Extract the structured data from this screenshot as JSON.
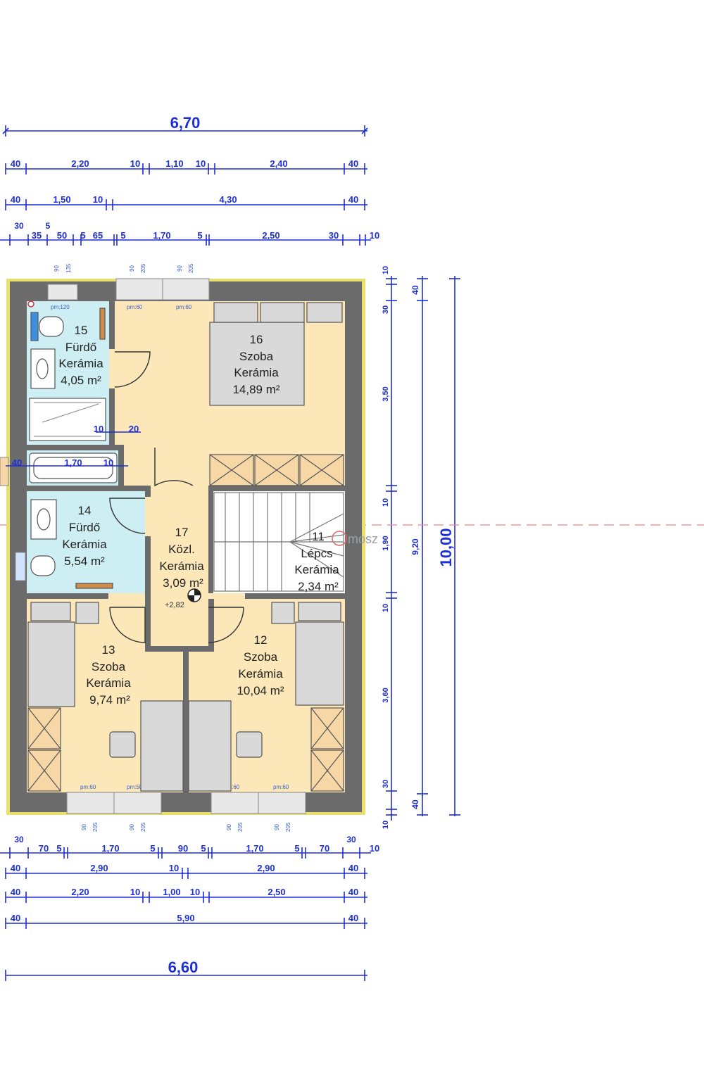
{
  "colors": {
    "dimension": "#1e2fd6",
    "wall": "#6b6b6b",
    "outline": "#e8e06a",
    "room_floor": "#fbe7b8",
    "bath_floor": "#cdeef3",
    "furniture": "#d9d9d9",
    "wardrobe": "#f6d7a5",
    "axis_line": "#f08080"
  },
  "top_dims": {
    "total": "6,70",
    "row1": [
      "40",
      "2,20",
      "10",
      "1,10",
      "10",
      "2,40",
      "40"
    ],
    "row2": [
      "40",
      "1,50",
      "10",
      "4,30",
      "40"
    ],
    "row3": [
      "30",
      "5",
      "35",
      "50",
      "5",
      "65",
      "5",
      "1,70",
      "5",
      "2,50",
      "30",
      "10"
    ]
  },
  "bottom_dims": {
    "total": "6,60",
    "row1": [
      "30",
      "70",
      "5",
      "1,70",
      "5",
      "90",
      "5",
      "1,70",
      "5",
      "70",
      "30",
      "10"
    ],
    "row2": [
      "40",
      "2,90",
      "10",
      "2,90",
      "40"
    ],
    "row3": [
      "40",
      "2,20",
      "10",
      "1,00",
      "10",
      "2,50",
      "40"
    ],
    "row4": [
      "40",
      "5,90",
      "40"
    ]
  },
  "right_dims": {
    "total": "10,00",
    "col2": [
      "40",
      "9,20",
      "40"
    ],
    "col1": [
      "10",
      "30",
      "3,50",
      "10",
      "1,90",
      "10",
      "3,60",
      "30",
      "10"
    ]
  },
  "rooms": [
    {
      "number": "15",
      "name": "Fürdő",
      "floor": "Kerámia",
      "area": "4,05 m²"
    },
    {
      "number": "16",
      "name": "Szoba",
      "floor": "Kerámia",
      "area": "14,89 m²"
    },
    {
      "number": "14",
      "name": "Fürdő",
      "floor": "Kerámia",
      "area": "5,54 m²"
    },
    {
      "number": "17",
      "name": "Közl.",
      "floor": "Kerámia",
      "area": "3,09 m²"
    },
    {
      "number": "11",
      "name": "Lépcs",
      "floor": "Kerámia",
      "area": "2,34 m²"
    },
    {
      "number": "13",
      "name": "Szoba",
      "floor": "Kerámia",
      "area": "9,74 m²"
    },
    {
      "number": "12",
      "name": "Szoba",
      "floor": "Kerámia",
      "area": "10,04 m²"
    }
  ],
  "inner_dims": {
    "bath_a": "10",
    "bath_b": "20",
    "tub_left": "40",
    "tub_width": "1,70",
    "tub_right": "10"
  },
  "level": "+2,82",
  "watermark": "mosz",
  "window_tags": {
    "pm120": "pm:120",
    "pm60": "pm:60",
    "pm50": "pm:50",
    "v90": "90",
    "v135": "135",
    "v205": "205"
  }
}
